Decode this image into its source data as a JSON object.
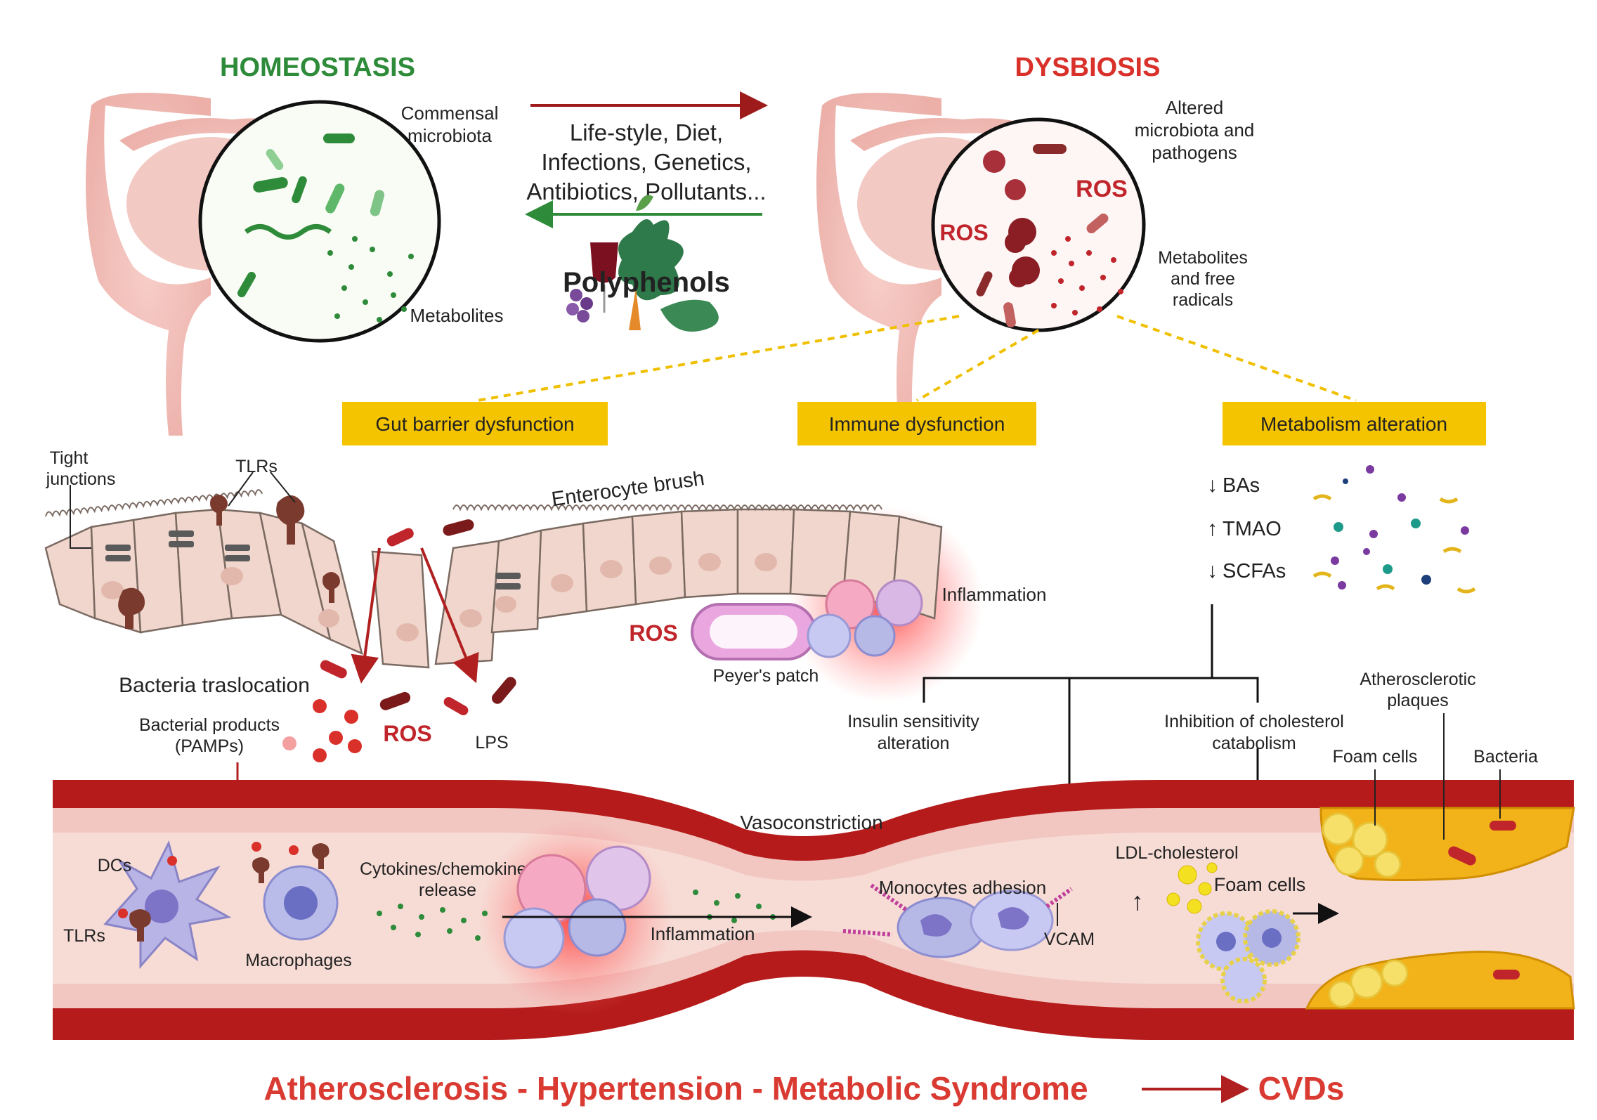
{
  "states": {
    "homeostasis": "HOMEOSTASIS",
    "dysbiosis": "DYSBIOSIS"
  },
  "gut_left": {
    "microbiota_label": [
      "Commensal",
      "microbiota"
    ],
    "metabolites_label": "Metabolites"
  },
  "gut_right": {
    "microbiota_label": [
      "Altered",
      "microbiota and",
      "pathogens"
    ],
    "metabolites_label": [
      "Metabolites",
      "and free",
      "radicals"
    ]
  },
  "factors": [
    "Life-style, Diet,",
    "Infections, Genetics,",
    "Antibiotics, Pollutants..."
  ],
  "polyphenols": "Polyphenols",
  "ros_label": "ROS",
  "boxes": {
    "gut_barrier": "Gut barrier dysfunction",
    "immune": "Immune dysfunction",
    "metabolism": "Metabolism alteration"
  },
  "intestine": {
    "tight_junctions": [
      "Tight",
      "junctions"
    ],
    "tlrs": "TLRs",
    "enterocyte_brush": "Enterocyte brush",
    "inflammation": "Inflammation",
    "peyers_patch": "Peyer's patch",
    "bacteria_translocation": "Bacteria traslocation",
    "bacterial_products": [
      "Bacterial products",
      "(PAMPs)"
    ],
    "lps": "LPS"
  },
  "metabolism": {
    "bas": "BAs",
    "tmao": "TMAO",
    "scfas": "SCFAs",
    "insulin": [
      "Insulin sensitivity",
      "alteration"
    ],
    "cholesterol": [
      "Inhibition of cholesterol",
      "catabolism"
    ],
    "colors": {
      "bas": "#b0407e",
      "tmao": "#1d6fa3",
      "scfas": "#e3b51b"
    }
  },
  "vessel": {
    "vasoconstriction": "Vasoconstriction",
    "dcs": "DCs",
    "tlrs": "TLRs",
    "macrophages": "Macrophages",
    "cytokines": [
      "Cytokines/chemokines",
      "release"
    ],
    "inflammation": "Inflammation",
    "monocytes": "Monocytes adhesion",
    "vcam": "VCAM",
    "ldl": "LDL-cholesterol",
    "foam_cells": "Foam cells",
    "plaques": [
      "Atherosclerotic",
      "plaques"
    ],
    "foam_cells_top": "Foam cells",
    "bacteria": "Bacteria"
  },
  "footer": {
    "conditions": "Atherosclerosis - Hypertension - Metabolic Syndrome",
    "outcome": "CVDs"
  },
  "palette": {
    "green": "#2e8b3a",
    "red": "#d9302a",
    "box": "#f5c400",
    "vessel": "#b51b1b",
    "cell": "#f3d3cf"
  }
}
